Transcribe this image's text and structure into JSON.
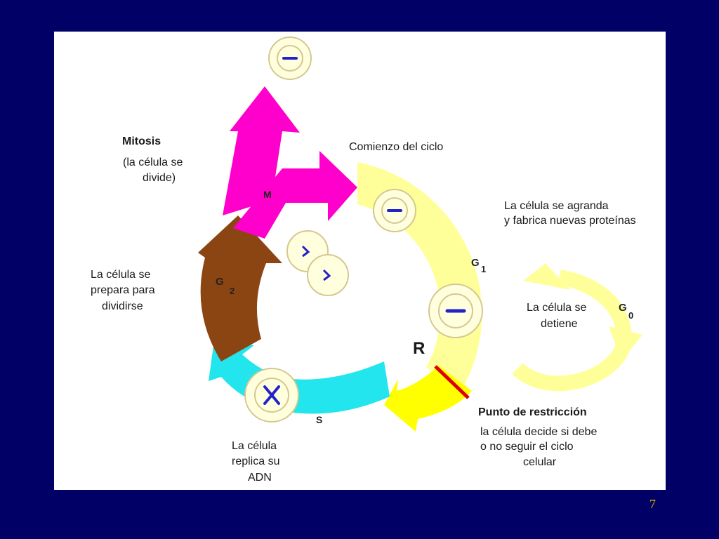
{
  "labels": {
    "mitosis_title": "Mitosis",
    "mitosis_desc_1": "(la célula se",
    "mitosis_desc_2": "divide)",
    "start": "Comienzo del ciclo",
    "g1_desc_1": "La célula se agranda",
    "g1_desc_2": "y fabrica nuevas proteínas",
    "g2_desc_1": "La célula se",
    "g2_desc_2": "prepara para",
    "g2_desc_3": "dividirse",
    "g0_desc_1": "La célula se",
    "g0_desc_2": "detiene",
    "r_point": "R",
    "restriction_title": "Punto de restricción",
    "restriction_desc_1": "la célula decide si debe",
    "restriction_desc_2": "o no seguir el ciclo",
    "restriction_desc_3": "celular",
    "s_desc_1": "La célula",
    "s_desc_2": "replica su",
    "s_desc_3": "ADN"
  },
  "phases": {
    "m": "M",
    "g1_letter": "G",
    "g1_sub": "1",
    "g2_letter": "G",
    "g2_sub": "2",
    "g0_letter": "G",
    "g0_sub": "0",
    "s": "S"
  },
  "colors": {
    "background": "#000066",
    "g1": "#ffff99",
    "restriction": "#ffff00",
    "restriction_line": "#dd0000",
    "s": "#22e5ee",
    "g2": "#8b4513",
    "m": "#ff00cc",
    "g0": "#ffff99",
    "chromosome": "#2222cc"
  },
  "page_number": "7"
}
